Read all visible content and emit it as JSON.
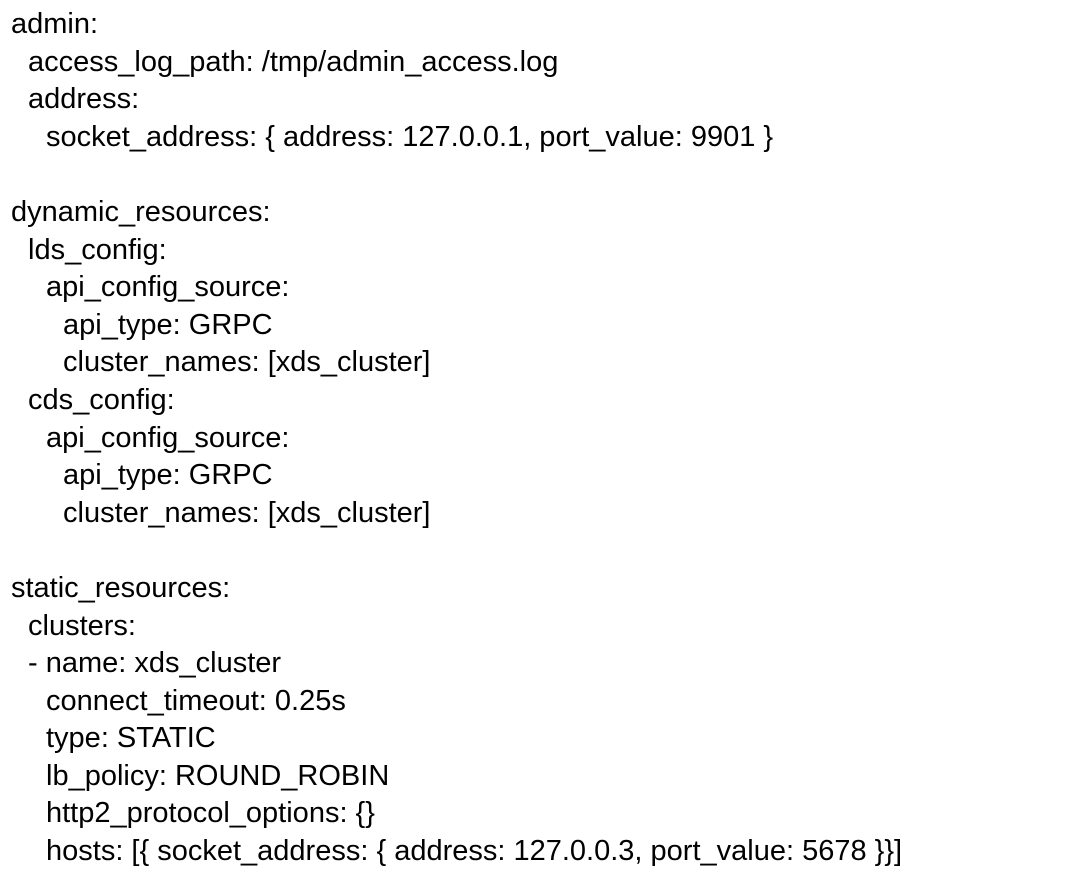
{
  "page": {
    "background_color": "#ffffff",
    "text_color": "#000000",
    "document_type": "yaml-config"
  },
  "yaml_config": {
    "lines": [
      {
        "indent": 0,
        "text": "admin:"
      },
      {
        "indent": 1,
        "text": "access_log_path: /tmp/admin_access.log"
      },
      {
        "indent": 1,
        "text": "address:"
      },
      {
        "indent": 2,
        "text": "socket_address: { address: 127.0.0.1, port_value: 9901 }"
      },
      {
        "indent": 0,
        "text": ""
      },
      {
        "indent": 0,
        "text": "dynamic_resources:"
      },
      {
        "indent": 1,
        "text": "lds_config:"
      },
      {
        "indent": 2,
        "text": "api_config_source:"
      },
      {
        "indent": 3,
        "text": "api_type: GRPC"
      },
      {
        "indent": 3,
        "text": "cluster_names: [xds_cluster]"
      },
      {
        "indent": 1,
        "text": "cds_config:"
      },
      {
        "indent": 2,
        "text": "api_config_source:"
      },
      {
        "indent": 3,
        "text": "api_type: GRPC"
      },
      {
        "indent": 3,
        "text": "cluster_names: [xds_cluster]"
      },
      {
        "indent": 0,
        "text": ""
      },
      {
        "indent": 0,
        "text": "static_resources:"
      },
      {
        "indent": 1,
        "text": "clusters:"
      },
      {
        "indent": 1,
        "text": "- name: xds_cluster"
      },
      {
        "indent": 2,
        "text": "connect_timeout: 0.25s"
      },
      {
        "indent": 2,
        "text": "type: STATIC"
      },
      {
        "indent": 2,
        "text": "lb_policy: ROUND_ROBIN"
      },
      {
        "indent": 2,
        "text": "http2_protocol_options: {}"
      },
      {
        "indent": 2,
        "text": "hosts: [{ socket_address: { address: 127.0.0.3, port_value: 5678 }}]"
      }
    ]
  }
}
